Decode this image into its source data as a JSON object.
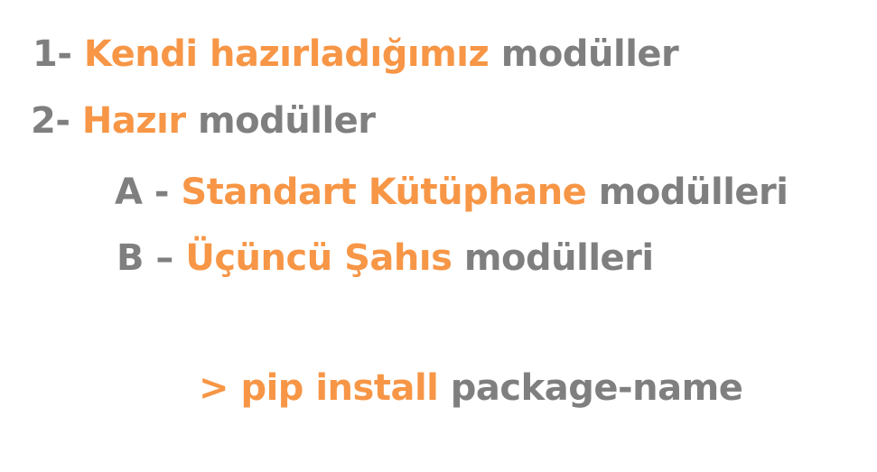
{
  "colors": {
    "accent": "#f79646",
    "text": "#7f7f7f",
    "background": "#ffffff"
  },
  "items": [
    {
      "prefix": "1- ",
      "highlight": "Kendi hazırladığımız",
      "suffix": " modüller"
    },
    {
      "prefix": "2- ",
      "highlight": "Hazır",
      "suffix": " modüller"
    }
  ],
  "subitems": [
    {
      "prefix": "A - ",
      "highlight": "Standart Kütüphane",
      "suffix": " modülleri"
    },
    {
      "prefix": "B – ",
      "highlight": "Üçüncü Şahıs",
      "suffix": " modülleri"
    }
  ],
  "command": {
    "prompt": "> pip install",
    "argument": " package-name"
  }
}
